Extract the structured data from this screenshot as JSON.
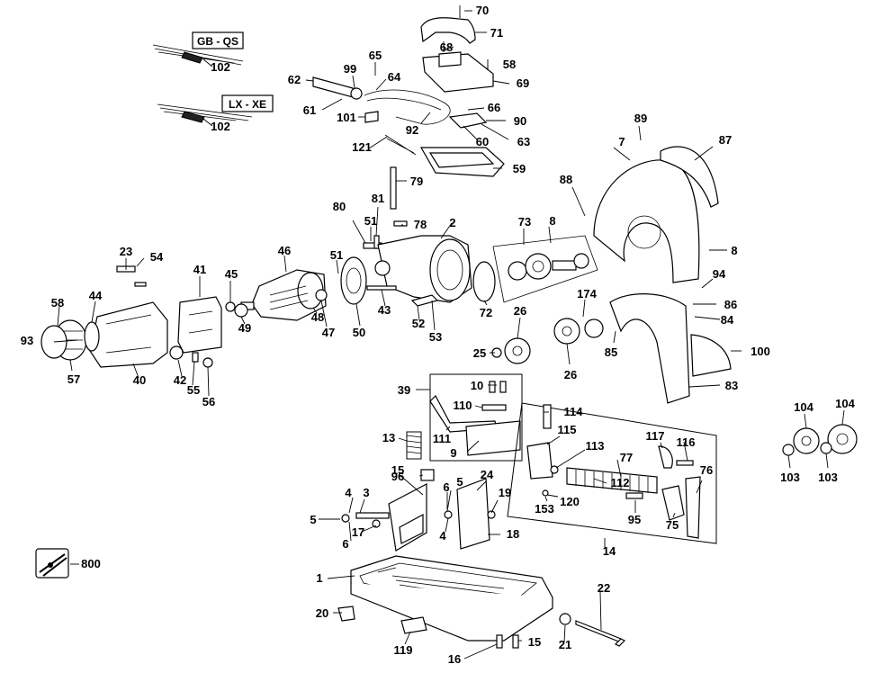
{
  "diagram": {
    "region_tags": [
      "GB - QS",
      "LX - XE"
    ],
    "callouts": [
      "1",
      "2",
      "3",
      "4",
      "4",
      "5",
      "5",
      "6",
      "6",
      "7",
      "8",
      "8",
      "9",
      "10",
      "13",
      "14",
      "15",
      "15",
      "16",
      "17",
      "18",
      "19",
      "20",
      "21",
      "22",
      "23",
      "24",
      "25",
      "26",
      "26",
      "39",
      "40",
      "41",
      "42",
      "43",
      "44",
      "45",
      "46",
      "47",
      "48",
      "49",
      "50",
      "51",
      "51",
      "52",
      "53",
      "54",
      "55",
      "56",
      "57",
      "58",
      "58",
      "59",
      "60",
      "61",
      "62",
      "63",
      "64",
      "65",
      "66",
      "68",
      "69",
      "70",
      "71",
      "72",
      "73",
      "75",
      "76",
      "77",
      "78",
      "79",
      "80",
      "81",
      "83",
      "84",
      "85",
      "86",
      "87",
      "88",
      "89",
      "90",
      "92",
      "93",
      "94",
      "95",
      "96",
      "99",
      "100",
      "101",
      "102",
      "102",
      "103",
      "103",
      "104",
      "104",
      "110",
      "111",
      "112",
      "113",
      "114",
      "115",
      "116",
      "117",
      "119",
      "120",
      "121",
      "153",
      "174",
      "800"
    ]
  }
}
